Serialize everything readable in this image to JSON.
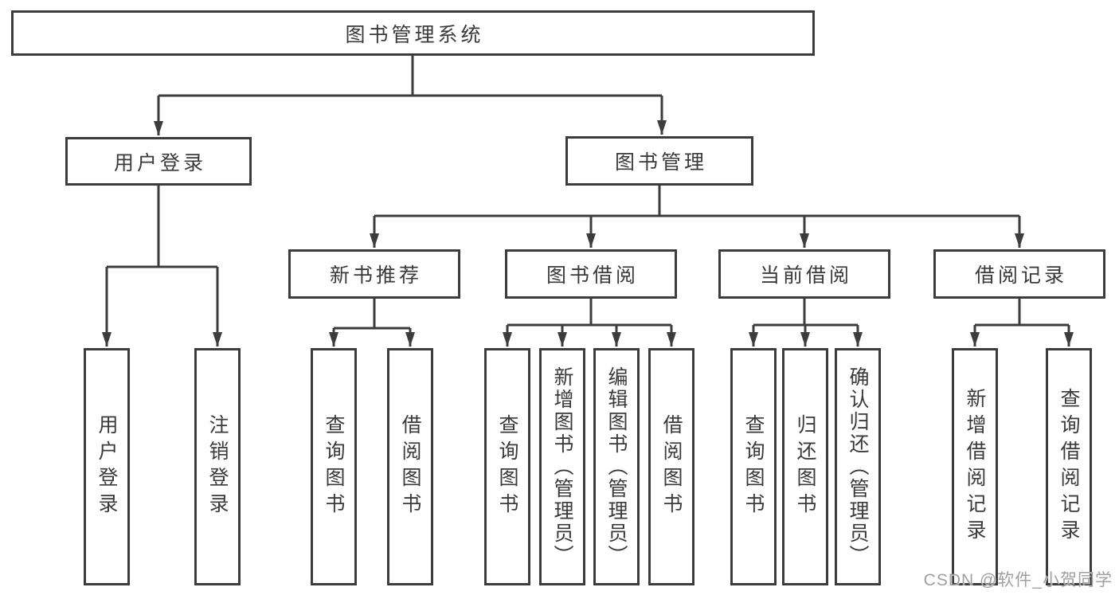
{
  "diagram": {
    "type": "tree",
    "root": {
      "label": "图书管理系统",
      "children": [
        {
          "label": "用户登录",
          "children": [
            {
              "label": "用户登录"
            },
            {
              "label": "注销登录"
            }
          ]
        },
        {
          "label": "图书管理",
          "children": [
            {
              "label": "新书推荐",
              "children": [
                {
                  "label": "查询图书"
                },
                {
                  "label": "借阅图书"
                }
              ]
            },
            {
              "label": "图书借阅",
              "children": [
                {
                  "label": "查询图书"
                },
                {
                  "label": "新增图书（管理员）"
                },
                {
                  "label": "编辑图书（管理员）"
                },
                {
                  "label": "借阅图书"
                }
              ]
            },
            {
              "label": "当前借阅",
              "children": [
                {
                  "label": "查询图书"
                },
                {
                  "label": "归还图书"
                },
                {
                  "label": "确认归还（管理员）"
                }
              ]
            },
            {
              "label": "借阅记录",
              "children": [
                {
                  "label": "新增借阅记录"
                },
                {
                  "label": "查询借阅记录"
                }
              ]
            }
          ]
        }
      ]
    }
  },
  "watermark": {
    "text": "CSDN @软件_小贺同学"
  },
  "colors": {
    "line": "#3c3c3c",
    "box_border": "#3c3c3c",
    "text": "#3a3a3a",
    "background": "#ffffff",
    "watermark": "#a0a0a0"
  }
}
